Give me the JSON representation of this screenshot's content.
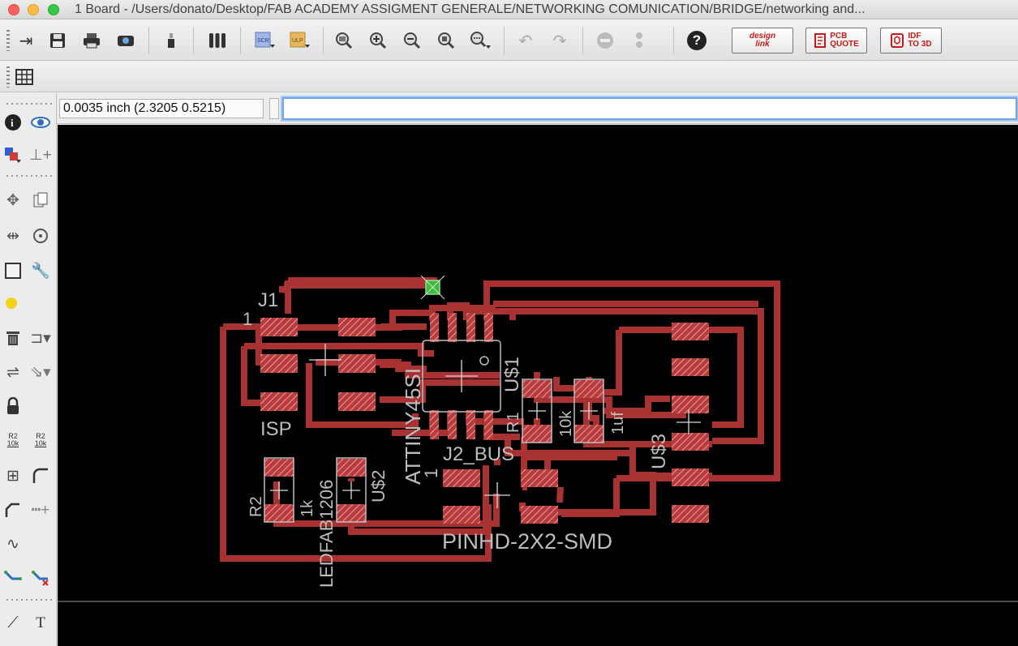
{
  "window": {
    "title": "1 Board - /Users/donato/Desktop/FAB ACADEMY ASSIGMENT GENERALE/NETWORKING COMUNICATION/BRIDGE/networking and..."
  },
  "toolbar": {
    "buttons": [
      {
        "icon": "open-icon"
      },
      {
        "icon": "save-icon"
      },
      {
        "icon": "print-icon"
      },
      {
        "icon": "cam-processor-icon"
      },
      {
        "icon": "use-library-icon"
      },
      {
        "icon": "layer-bars-icon"
      },
      {
        "icon": "script-icon",
        "text": "SCR"
      },
      {
        "icon": "ulp-icon",
        "text": "ULP"
      },
      {
        "icon": "zoom-fit-icon"
      },
      {
        "icon": "zoom-in-icon"
      },
      {
        "icon": "zoom-out-icon"
      },
      {
        "icon": "zoom-redraw-icon"
      },
      {
        "icon": "zoom-select-icon"
      },
      {
        "icon": "undo-icon"
      },
      {
        "icon": "redo-icon"
      },
      {
        "icon": "stop-icon"
      },
      {
        "icon": "go-icon"
      },
      {
        "icon": "help-icon"
      }
    ],
    "brand_buttons": [
      {
        "name": "design-link",
        "line1": "design",
        "line2": "link"
      },
      {
        "name": "pcb-quote",
        "line1": "PCB",
        "line2": "QUOTE"
      },
      {
        "name": "idf-to-3d",
        "line1": "IDF",
        "line2": "TO 3D"
      }
    ],
    "grid_button": {
      "icon": "grid-icon"
    }
  },
  "palette": {
    "small_labels": {
      "r2_a": "R2",
      "r2_a_sub": "10k",
      "r2_b": "R2",
      "r2_b_sub": "10k"
    }
  },
  "coordinates": {
    "display": "0.0035 inch (2.3205 0.5215)",
    "command_value": ""
  },
  "board": {
    "labels": {
      "j1": "J1",
      "j1_pin1": "1",
      "isp": "ISP",
      "attiny": "ATTINY45SI",
      "attiny_pin1": "1",
      "u1": "U$1",
      "r1": "R1",
      "r1_value": "10k",
      "cap_value": "1uf",
      "j2": "J2_BUS",
      "u3": "U$3",
      "r2": "R2",
      "r2_value": "1k",
      "led": "LEDFAB1206",
      "u2": "U$2",
      "pinhd": "PINHD-2X2-SMD"
    },
    "colors": {
      "background": "#000000",
      "copper": "#a83232",
      "pad": "#b83c3c",
      "label": "#bdbdbd",
      "via": "#3cbc3c"
    }
  }
}
